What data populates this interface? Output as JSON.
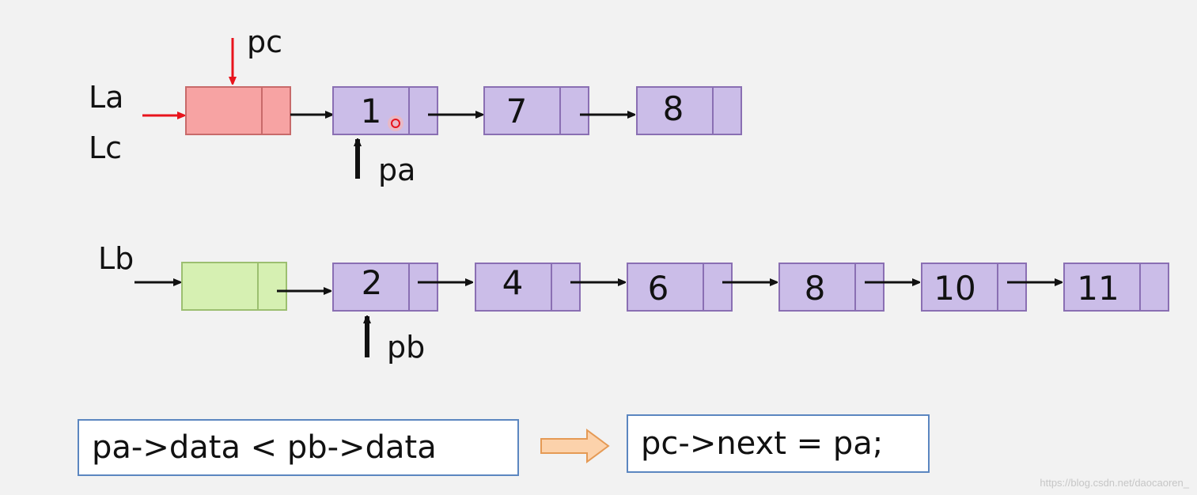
{
  "labels": {
    "La": "La",
    "Lc": "Lc",
    "Lb": "Lb",
    "pc": "pc",
    "pa": "pa",
    "pb": "pb"
  },
  "list_a": [
    "1",
    "7",
    "8"
  ],
  "list_b": [
    "2",
    "4",
    "6",
    "8",
    "10",
    "11"
  ],
  "condition": "pa->data < pb->data",
  "action": "pc->next = pa;",
  "watermark": "https://blog.csdn.net/daocaoren_",
  "colors": {
    "head_a_fill": "#f7a3a3",
    "head_a_stroke": "#c86a6a",
    "head_b_fill": "#d6f0b2",
    "head_b_stroke": "#9cbf70",
    "node_fill": "#cbbde8",
    "node_stroke": "#8a6fb3",
    "pointer_red": "#e8141c",
    "code_border": "#5b86c0",
    "arrow_fill": "#fcd2ab",
    "arrow_stroke": "#e59a55"
  },
  "icons": {
    "cursor": "red-ring-cursor-icon",
    "implies": "right-arrow-icon"
  }
}
